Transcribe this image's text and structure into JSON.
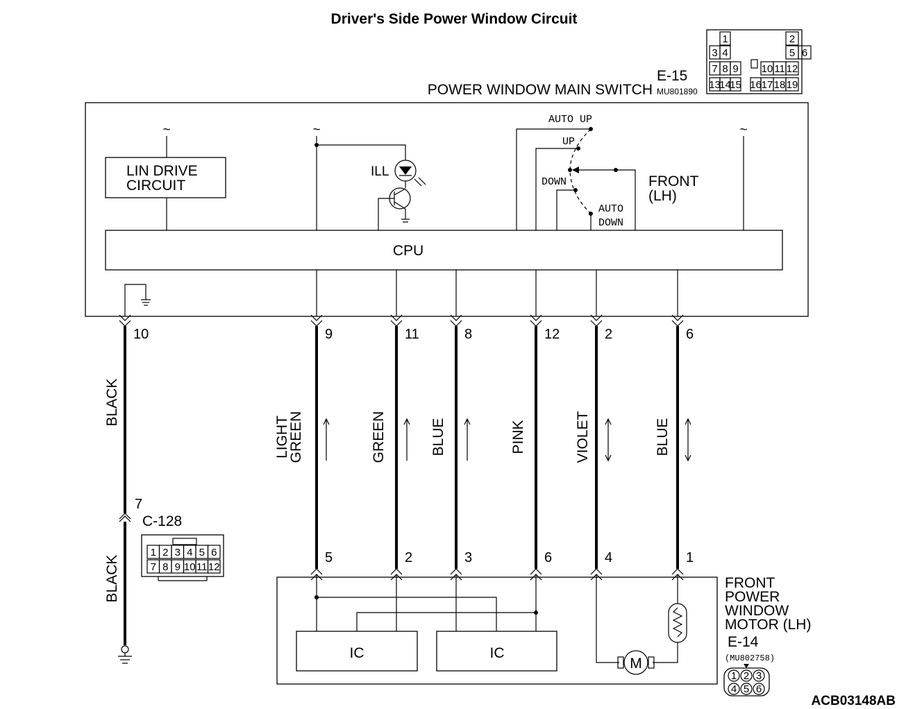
{
  "title": "Driver's Side Power Window Circuit",
  "main_switch": {
    "name": "POWER WINDOW MAIN SWITCH",
    "connector_id": "E-15",
    "part_no": "MU801890",
    "connector_pins": [
      "1",
      "2",
      "3",
      "4",
      "5",
      "6",
      "7",
      "8",
      "9",
      "10",
      "11",
      "12",
      "13",
      "14",
      "15",
      "16",
      "17",
      "18",
      "19"
    ]
  },
  "switch_internals": {
    "lin_drive": [
      "LIN DRIVE",
      "CIRCUIT"
    ],
    "cpu": "CPU",
    "ill": "ILL",
    "auto_up": "AUTO UP",
    "up": "UP",
    "down": "DOWN",
    "auto_down": [
      "AUTO",
      "DOWN"
    ],
    "front_lh": [
      "FRONT",
      "(LH)"
    ]
  },
  "wires": [
    {
      "switch_pin": "10",
      "color": [
        "BLACK"
      ],
      "direction": "none"
    },
    {
      "switch_pin": "9",
      "color": [
        "LIGHT",
        "GREEN"
      ],
      "motor_pin": "5",
      "direction": "up"
    },
    {
      "switch_pin": "11",
      "color": [
        "GREEN"
      ],
      "motor_pin": "2",
      "direction": "up"
    },
    {
      "switch_pin": "8",
      "color": [
        "BLUE"
      ],
      "motor_pin": "3",
      "direction": "up"
    },
    {
      "switch_pin": "12",
      "color": [
        "PINK"
      ],
      "motor_pin": "6",
      "direction": "none"
    },
    {
      "switch_pin": "2",
      "color": [
        "VIOLET"
      ],
      "motor_pin": "4",
      "direction": "both"
    },
    {
      "switch_pin": "6",
      "color": [
        "BLUE"
      ],
      "motor_pin": "1",
      "direction": "both"
    }
  ],
  "ground_wire_lower_color": "BLACK",
  "intermediate_connector": {
    "id": "C-128",
    "pin": "7",
    "pins_top": [
      "1",
      "2",
      "3",
      "4",
      "5",
      "6"
    ],
    "pins_bottom": [
      "7",
      "8",
      "9",
      "10",
      "11",
      "12"
    ]
  },
  "motor": {
    "name": [
      "FRONT",
      "POWER",
      "WINDOW",
      "MOTOR (LH)"
    ],
    "connector_id": "E-14",
    "part_no": "(MU802758)",
    "ic_labels": [
      "IC",
      "IC"
    ],
    "motor_symbol": "M",
    "connector_pins_top": [
      "1",
      "2",
      "3"
    ],
    "connector_pins_bottom": [
      "4",
      "5",
      "6"
    ]
  },
  "figure_code": "ACB03148AB"
}
